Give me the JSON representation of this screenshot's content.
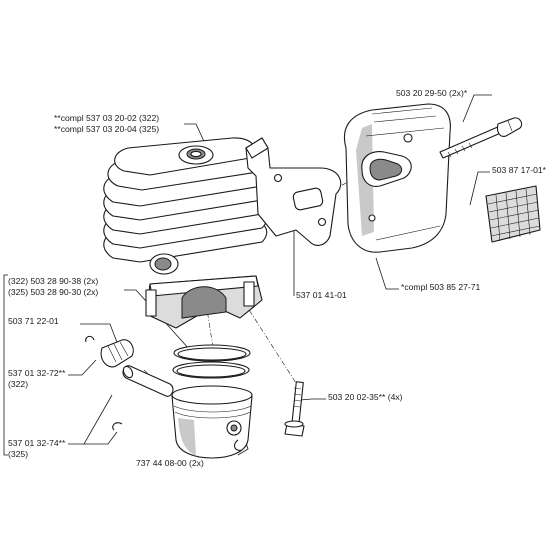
{
  "parts": [
    {
      "id": "cylinder",
      "lines": [
        "**compl 537 03 20-02 (322)",
        "**compl 537 03 20-04 (325)"
      ]
    },
    {
      "id": "muffler-bolt",
      "lines": [
        "503 20 29-50 (2x)*"
      ]
    },
    {
      "id": "spark-screen",
      "lines": [
        "503 87 17-01*"
      ]
    },
    {
      "id": "muffler",
      "lines": [
        "*compl 503 85 27-71"
      ]
    },
    {
      "id": "gasket",
      "lines": [
        "537 01 41-01"
      ]
    },
    {
      "id": "piston-ring",
      "lines": [
        "(322) 503 28 90-38 (2x)",
        "(325) 503 28 90-30 (2x)"
      ]
    },
    {
      "id": "needle-bearing",
      "lines": [
        "503 71 22-01"
      ]
    },
    {
      "id": "piston-pin-322",
      "lines": [
        "537 01 32-72**",
        "(322)"
      ]
    },
    {
      "id": "cylinder-screw",
      "lines": [
        "503 20 02-35** (4x)"
      ]
    },
    {
      "id": "piston-325",
      "lines": [
        "537 01 32-74**",
        "(325)"
      ]
    },
    {
      "id": "circlip",
      "lines": [
        "737 44 08-00 (2x)"
      ]
    }
  ]
}
